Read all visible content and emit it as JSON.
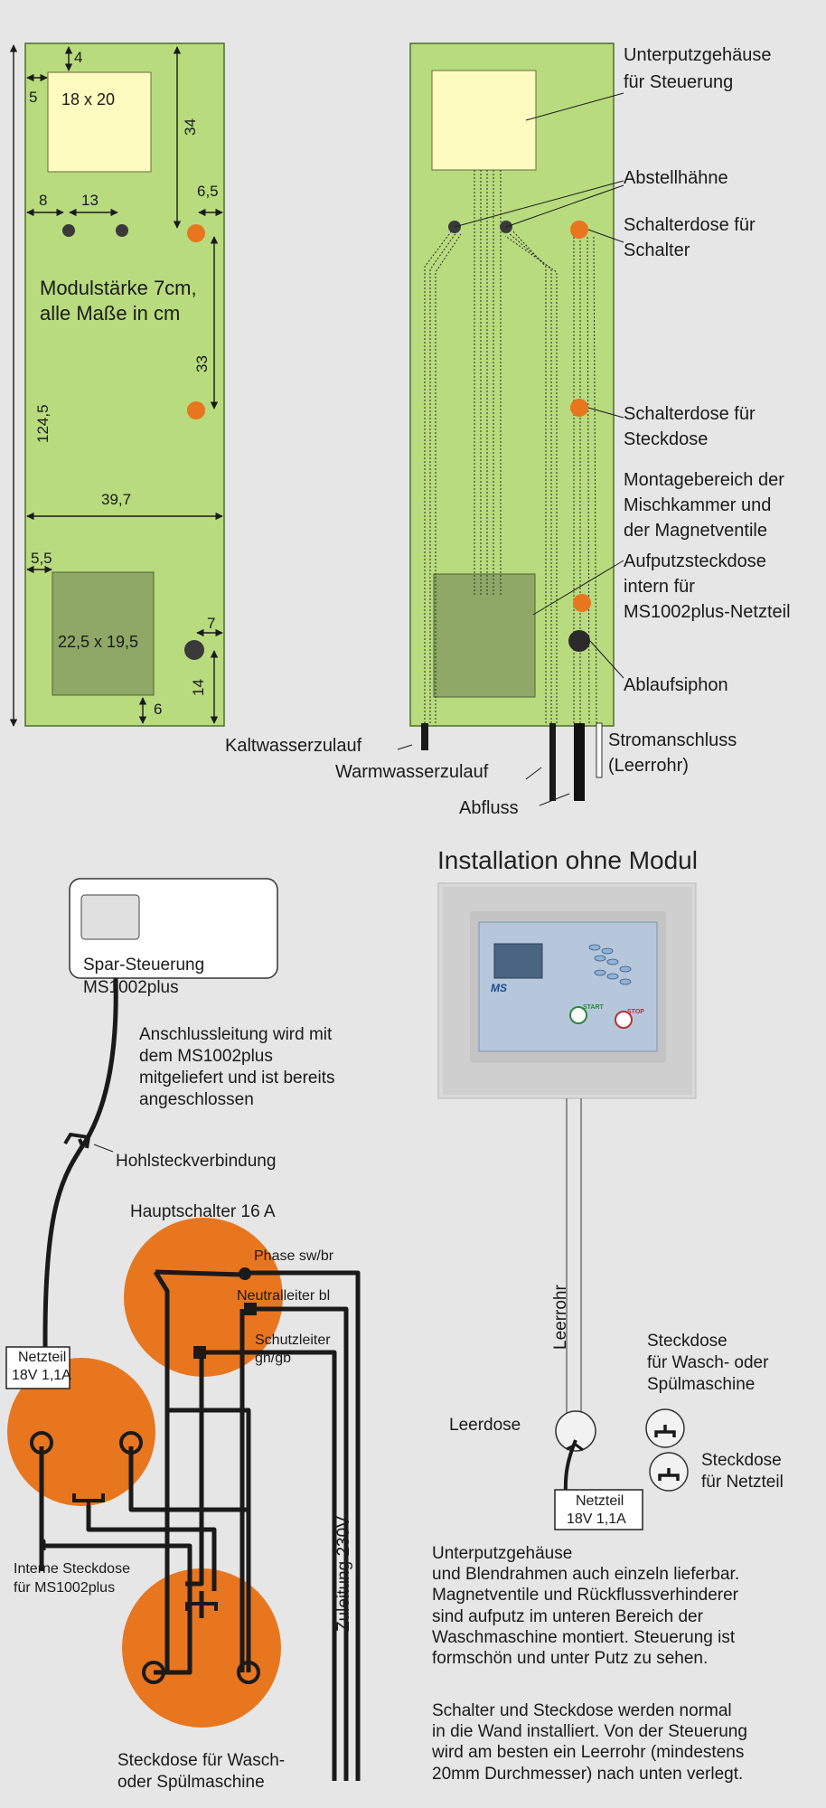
{
  "module_dims": {
    "top_gap": "4",
    "left_gap": "5",
    "box_size": "18 x 20",
    "height_34": "34",
    "dist_8": "8",
    "dist_13": "13",
    "dist_6_5": "6,5",
    "note_line1": "Modulstärke 7cm,",
    "note_line2": "alle Maße in cm",
    "height_33": "33",
    "total_height": "124,5",
    "width": "39,7",
    "dist_5_5": "5,5",
    "lower_box": "22,5 x 19,5",
    "dist_7": "7",
    "dist_14": "14",
    "dist_6": "6"
  },
  "module_labels": {
    "housing_1": "Unterputzgehäuse",
    "housing_2": "für Steuerung",
    "valves": "Abstellhähne",
    "switchbox_1": "Schalterdose für",
    "switchbox_2": "Schalter",
    "socketbox_1": "Schalterdose für",
    "socketbox_2": "Steckdose",
    "mount_1": "Montagebereich der",
    "mount_2": "Mischkammer und",
    "mount_3": "der Magnetventile",
    "surface_1": "Aufputzsteckdose",
    "surface_2": "intern für",
    "surface_3": "MS1002plus-Netzteil",
    "siphon": "Ablaufsiphon",
    "cold": "Kaltwasserzulauf",
    "warm": "Warmwasserzulauf",
    "drain": "Abfluss",
    "power_1": "Stromanschluss",
    "power_2": "(Leerrohr)"
  },
  "wiring": {
    "controller_1": "Spar-Steuerung",
    "controller_2": "MS1002plus",
    "cable_1": "Anschlussleitung wird mit",
    "cable_2": "dem MS1002plus",
    "cable_3": "mitgeliefert und ist bereits",
    "cable_4": "angeschlossen",
    "plug": "Hohlsteckverbindung",
    "main_switch": "Hauptschalter 16 A",
    "phase": "Phase sw/br",
    "neutral": "Neutralleiter bl",
    "earth_1": "Schutzleiter",
    "earth_2": "gn/gb",
    "psu_1": "Netzteil",
    "psu_2": "18V 1,1A",
    "internal_1": "Interne Steckdose",
    "internal_2": "für MS1002plus",
    "supply": "Zuleitung 230V",
    "socket_1": "Steckdose für Wasch-",
    "socket_2": "oder Spülmaschine"
  },
  "no_module": {
    "title": "Installation ohne Modul",
    "brand": "MS",
    "btn_start": "START",
    "btn_stop": "STOP",
    "conduit": "Leerrohr",
    "emptybox": "Leerdose",
    "psu_1": "Netzteil",
    "psu_2": "18V 1,1A",
    "socket_wash_1": "Steckdose",
    "socket_wash_2": "für Wasch- oder",
    "socket_wash_3": "Spülmaschine",
    "socket_psu_1": "Steckdose",
    "socket_psu_2": "für Netzteil",
    "para1_1": "Unterputzgehäuse",
    "para1_2": "und Blendrahmen auch einzeln lieferbar.",
    "para1_3": "Magnetventile und Rückflussverhinderer",
    "para1_4": "sind aufputz im unteren Bereich der",
    "para1_5": "Waschmaschine montiert. Steuerung ist",
    "para1_6": "formschön und unter Putz zu sehen.",
    "para2_1": "Schalter und Steckdose werden normal",
    "para2_2": "in die Wand installiert. Von der Steuerung",
    "para2_3": "wird am besten ein Leerrohr (mindestens",
    "para2_4": "20mm Durchmesser) nach unten verlegt."
  },
  "colors": {
    "module_green": "#b8db7e",
    "box_yellow": "#fdfbc0",
    "box_olive": "#8fa866",
    "orange": "#e8761f",
    "background": "#e6e6e6"
  }
}
